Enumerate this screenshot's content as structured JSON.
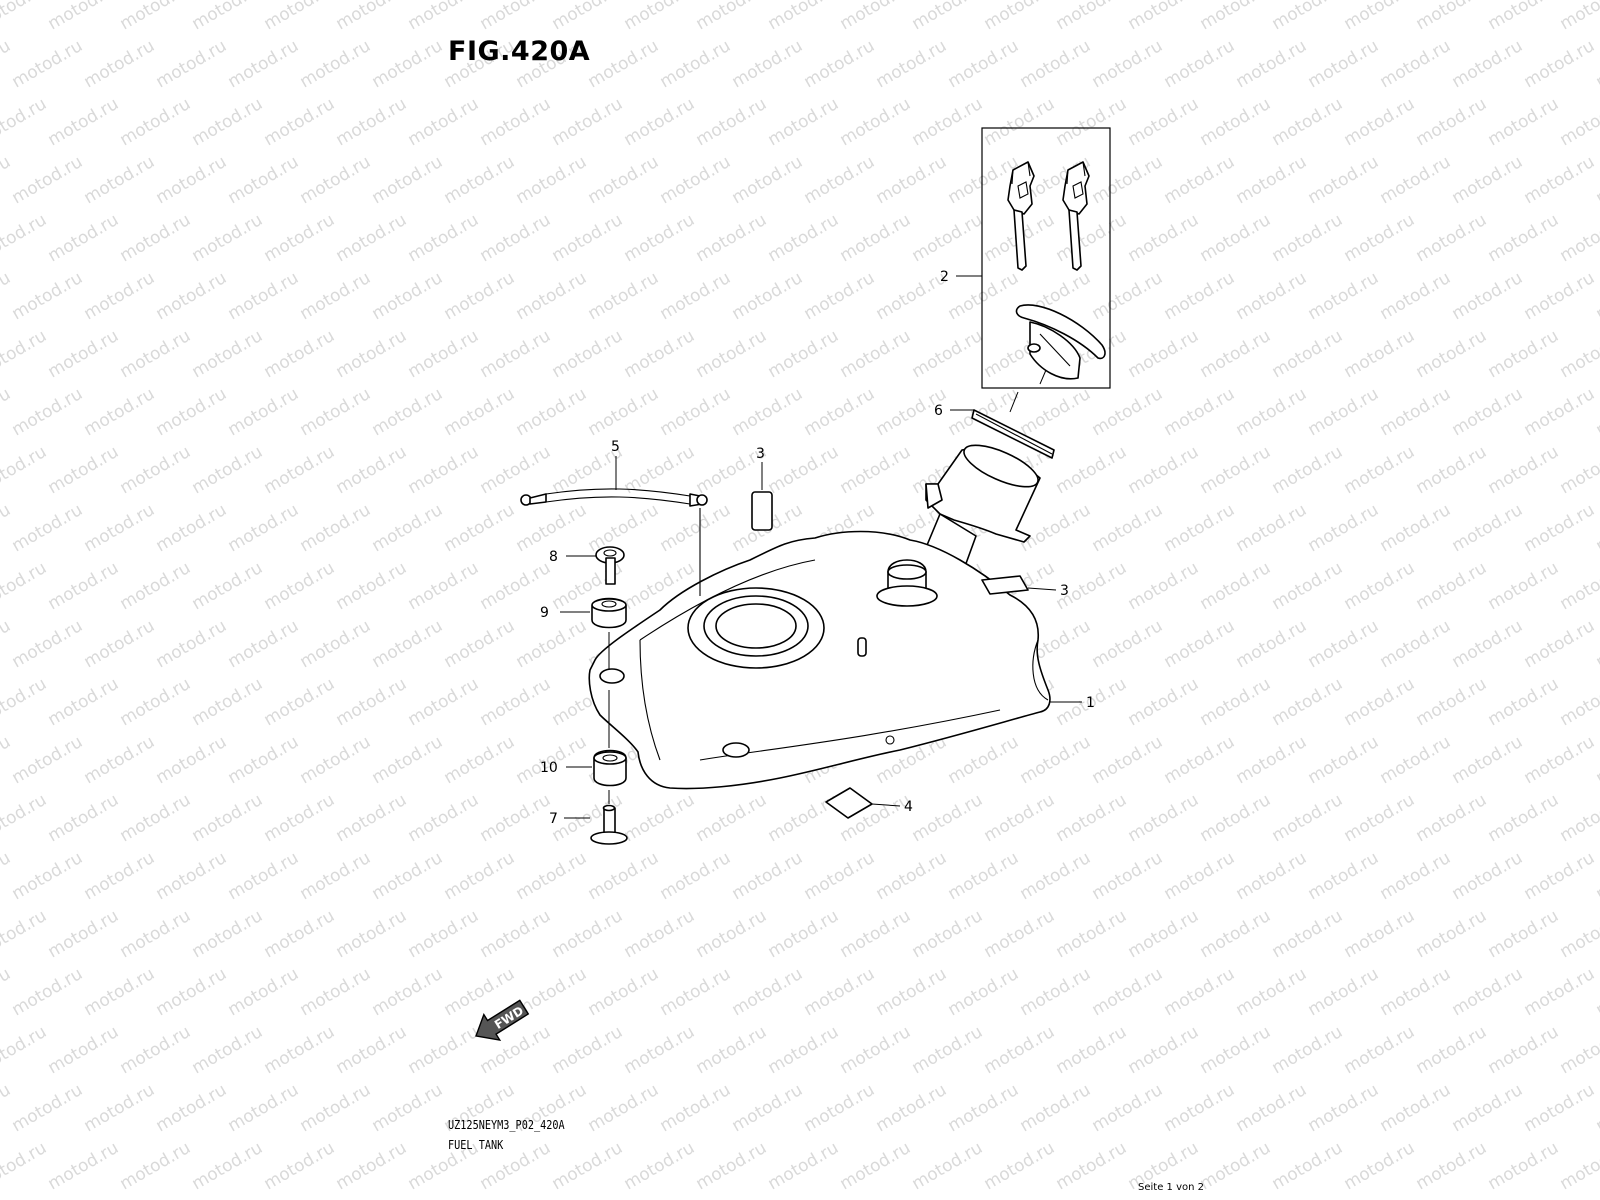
{
  "figure": {
    "title": "FIG.420A",
    "code": "UZ125NEYM3_P02_420A",
    "description": "FUEL TANK",
    "page": "Seite 1 von 2"
  },
  "watermark": {
    "text": "motod.ru",
    "color": "#d9d9d9"
  },
  "direction_marker": {
    "text": "FWD"
  },
  "callouts": [
    {
      "id": "callout-1",
      "label": "1"
    },
    {
      "id": "callout-2",
      "label": "2"
    },
    {
      "id": "callout-3a",
      "label": "3"
    },
    {
      "id": "callout-3b",
      "label": "3"
    },
    {
      "id": "callout-4",
      "label": "4"
    },
    {
      "id": "callout-5",
      "label": "5"
    },
    {
      "id": "callout-6",
      "label": "6"
    },
    {
      "id": "callout-7",
      "label": "7"
    },
    {
      "id": "callout-8",
      "label": "8"
    },
    {
      "id": "callout-9",
      "label": "9"
    },
    {
      "id": "callout-10",
      "label": "10"
    }
  ]
}
